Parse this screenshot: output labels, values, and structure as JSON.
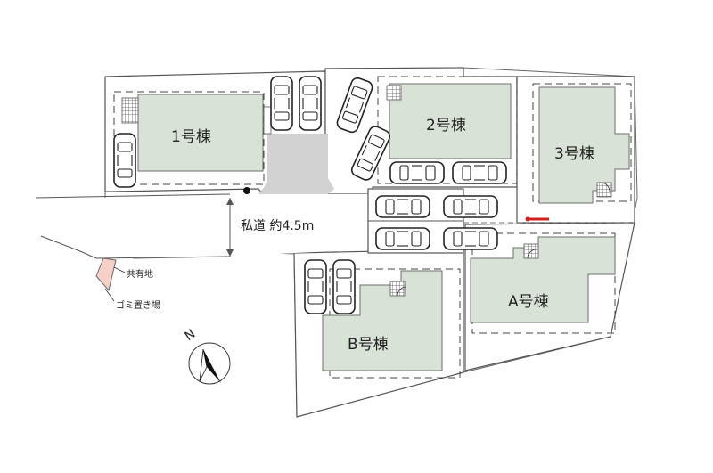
{
  "map": {
    "buildings": [
      {
        "id": "b1",
        "label": "1号棟"
      },
      {
        "id": "b2",
        "label": "2号棟"
      },
      {
        "id": "b3",
        "label": "3号棟"
      },
      {
        "id": "ba",
        "label": "A号棟"
      },
      {
        "id": "bb",
        "label": "B号棟"
      }
    ],
    "road_label": "私道 約4.5m",
    "common_area_label": "共有地",
    "garbage_area_label": "ゴミ置き場",
    "north_label": "N",
    "colors": {
      "building_fill": "#d9e2d6",
      "driveway": "#d2d2d2",
      "marker_red": "#d22020",
      "common_area_fill": "#f5d0c6"
    }
  }
}
